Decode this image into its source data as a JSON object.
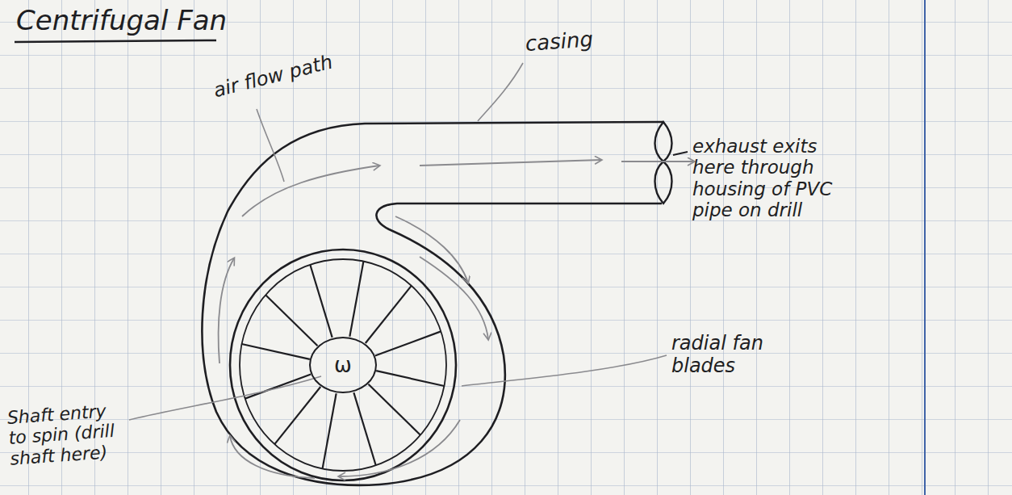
{
  "diagram": {
    "title": "Centrifugal Fan",
    "nodes": [
      {
        "text": [
          "ω"
        ]
      }
    ],
    "labels": [
      "air flow path",
      "casing",
      "exhaust exits here through housing of PVC pipe on drill",
      "radial fan blades",
      "Shaft entry to spin (drill shaft here)"
    ]
  }
}
